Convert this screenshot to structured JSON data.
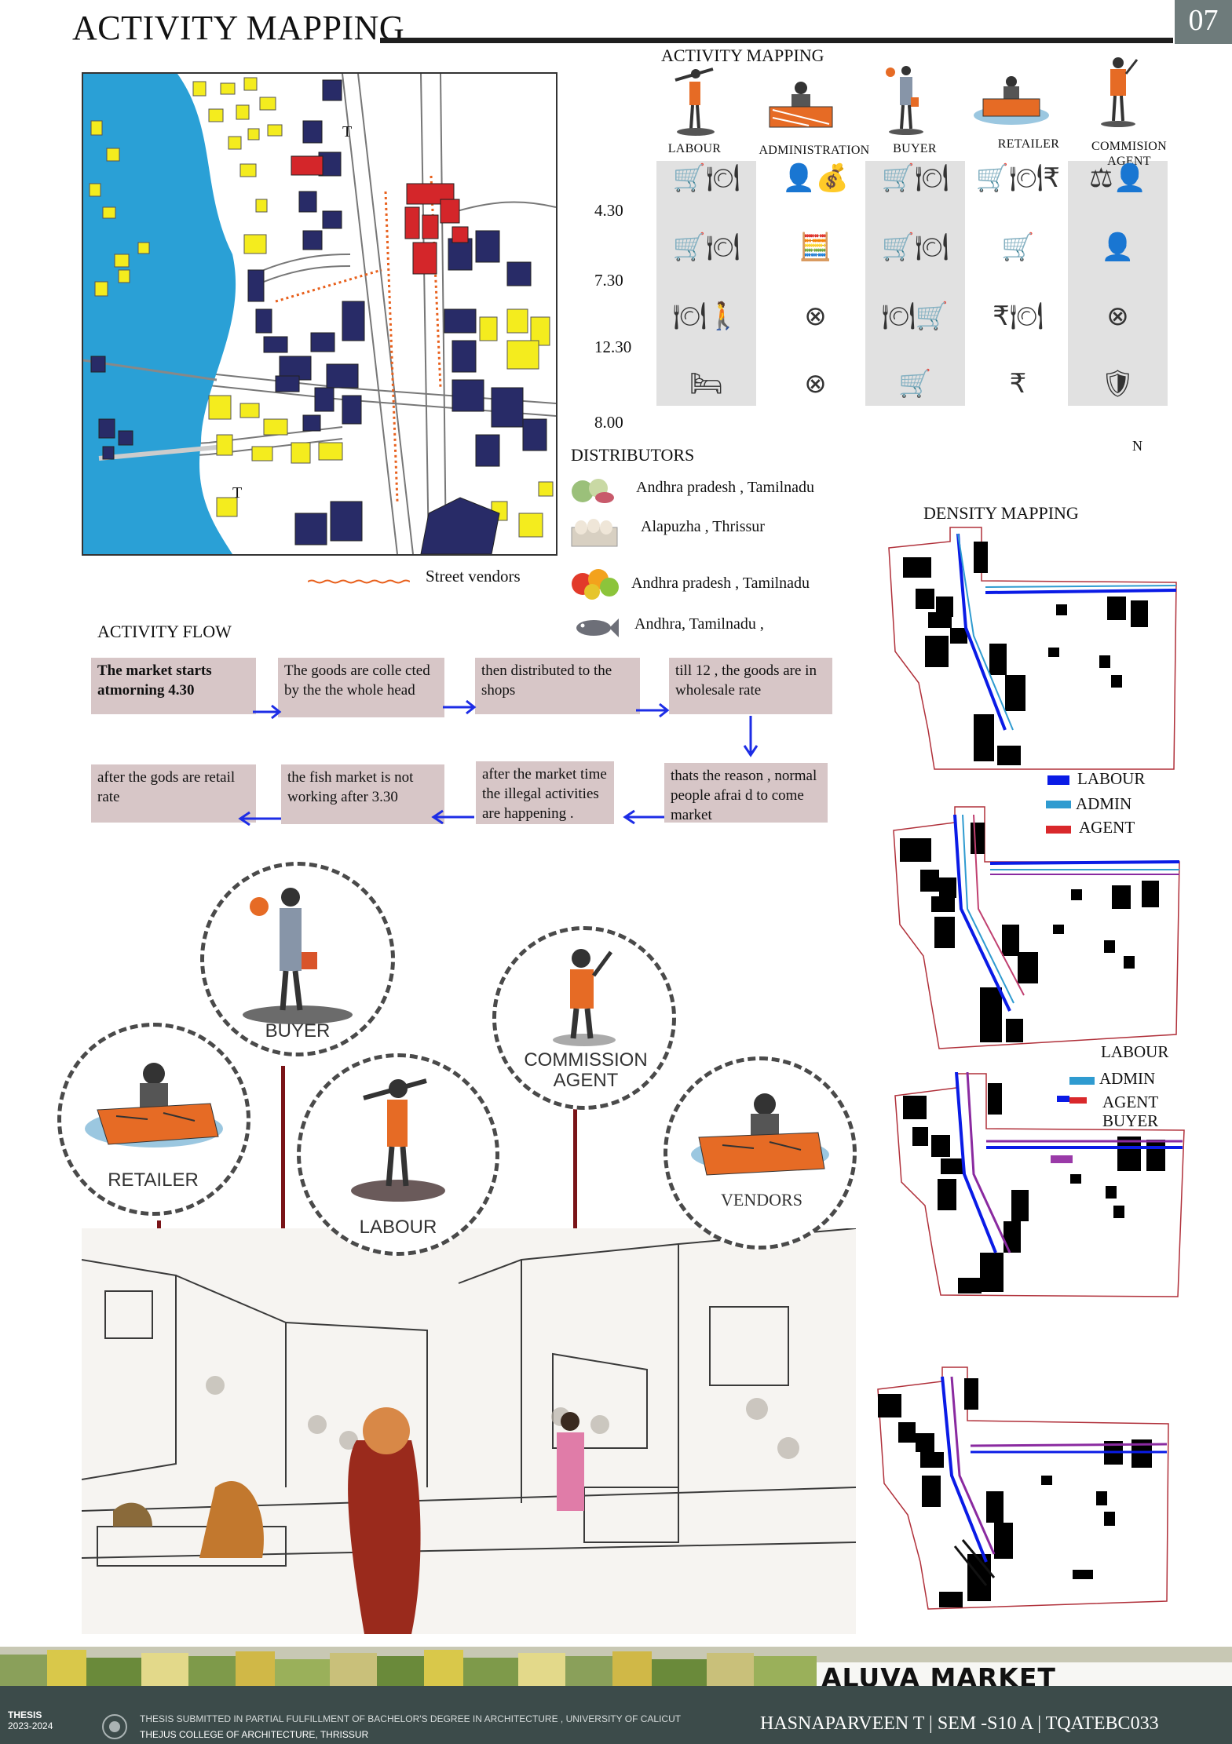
{
  "page": {
    "title": "ACTIVITY MAPPING",
    "number": "07"
  },
  "site_map": {
    "legend": "Street vendors",
    "markers": [
      "T",
      "T"
    ]
  },
  "activity_matrix": {
    "title": "ACTIVITY MAPPING",
    "roles": [
      "LABOUR",
      "ADMINISTRATION",
      "BUYER",
      "RETAILER",
      "COMMISION AGENT"
    ],
    "times": [
      "4.30",
      "7.30",
      "12.30",
      "8.00"
    ],
    "cells": [
      [
        "🛒🍽",
        "👤💰",
        "🛒🍽",
        "🛒🍽₹",
        "⚖👤"
      ],
      [
        "🛒🍽",
        "🧮",
        "🛒🍽",
        "🛒",
        "👤"
      ],
      [
        "🍽🚶",
        "⊗",
        "🍽🛒",
        "₹🍽",
        "⊗"
      ],
      [
        "🛏",
        "⊗",
        "🛒",
        "₹",
        "🛡"
      ]
    ],
    "north": "N"
  },
  "distributors": {
    "title": "DISTRIBUTORS",
    "rows": [
      {
        "icon": "vegetables-icon",
        "text": "Andhra pradesh , Tamilnadu"
      },
      {
        "icon": "eggs-icon",
        "text": "Alapuzha , Thrissur"
      },
      {
        "icon": "fruits-icon",
        "text": "Andhra pradesh , Tamilnadu"
      },
      {
        "icon": "fish-icon",
        "text": "Andhra, Tamilnadu ,"
      }
    ]
  },
  "activity_flow": {
    "title": "ACTIVITY FLOW",
    "steps": [
      "The market starts atmorning 4.30",
      "The goods are colle cted by the the whole head",
      "then distributed to the shops",
      "till 12 , the goods are in wholesale rate",
      "thats the reason , normal people afrai d to come market",
      "after the market time the illegal activities are happening .",
      "the fish market is not working after  3.30",
      "after the gods are retail rate"
    ]
  },
  "density": {
    "title": "DENSITY MAPPING",
    "legend1": [
      "LABOUR",
      "ADMIN",
      "AGENT"
    ],
    "legend2": [
      "LABOUR",
      "ADMIN",
      "AGENT",
      "BUYER"
    ],
    "colors": {
      "labour": "#0a1be6",
      "admin": "#2f9bd0",
      "agent": "#d9282b",
      "buyer": "#8a2aa0"
    }
  },
  "roles_illustration": {
    "labels": [
      "BUYER",
      "RETAILER",
      "LABOUR",
      "COMMISSION AGENT",
      "VENDORS"
    ]
  },
  "footer": {
    "brand": "ALUVA MARKET REDEVELOPMENT",
    "thesis_label": "THESIS",
    "thesis_year": "2023-2024",
    "submitted": "THESIS SUBMITTED IN PARTIAL FULFILLMENT OF BACHELOR'S DEGREE IN ARCHITECTURE , UNIVERSITY OF CALICUT",
    "college": "THEJUS COLLEGE OF ARCHITECTURE, THRISSUR",
    "author": "HASNAPARVEEN T | SEM -S10 A | TQATEBC033"
  }
}
